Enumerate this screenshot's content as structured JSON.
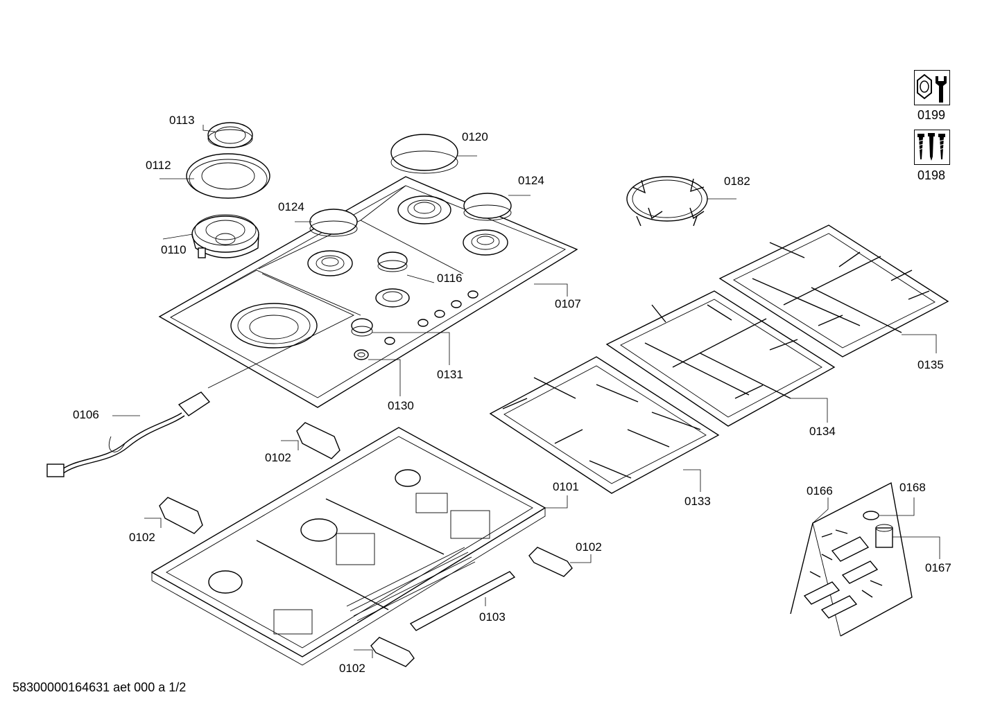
{
  "footer_code": "58300000164631 aet 000 a 1/2",
  "icons": {
    "tool": {
      "icon": "nut-and-wrench-icon",
      "label": "0199"
    },
    "screws": {
      "icon": "screws-icon",
      "label": "0198"
    }
  },
  "parts": {
    "p0113": "0113",
    "p0112": "0112",
    "p0110": "0110",
    "p0120": "0120",
    "p0124a": "0124",
    "p0124b": "0124",
    "p0116": "0116",
    "p0107": "0107",
    "p0131": "0131",
    "p0130": "0130",
    "p0182": "0182",
    "p0135": "0135",
    "p0134": "0134",
    "p0133": "0133",
    "p0106": "0106",
    "p0102a": "0102",
    "p0102b": "0102",
    "p0102c": "0102",
    "p0102d": "0102",
    "p0101": "0101",
    "p0103": "0103",
    "p0166": "0166",
    "p0168": "0168",
    "p0167": "0167"
  }
}
